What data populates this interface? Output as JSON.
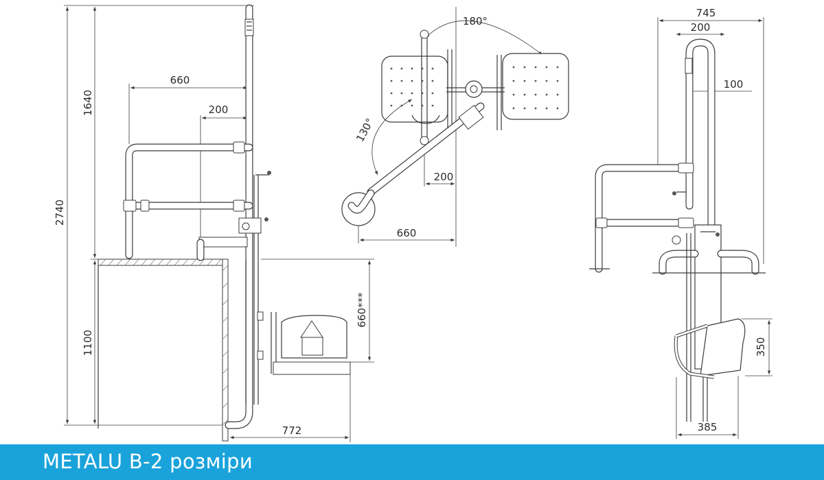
{
  "footer": {
    "title": "METALU B-2 розміри"
  },
  "side_view": {
    "dim_total_height": "2740",
    "dim_upper_height": "1640",
    "dim_lower_height": "1100",
    "dim_handrail_width": "660",
    "dim_post_offset": "200",
    "dim_seat_height": "660***",
    "dim_base_width": "772"
  },
  "top_view": {
    "dim_rotation_angle": "180°",
    "dim_arm_angle": "130°",
    "dim_offset": "200",
    "dim_arm_reach": "660"
  },
  "front_view": {
    "dim_total_width": "745",
    "dim_loop_width": "200",
    "dim_tube_offset": "100",
    "dim_seat_height": "350",
    "dim_seat_width": "385"
  },
  "colors": {
    "footer_bg": "#1aa3da",
    "line": "#3a3a3a"
  }
}
